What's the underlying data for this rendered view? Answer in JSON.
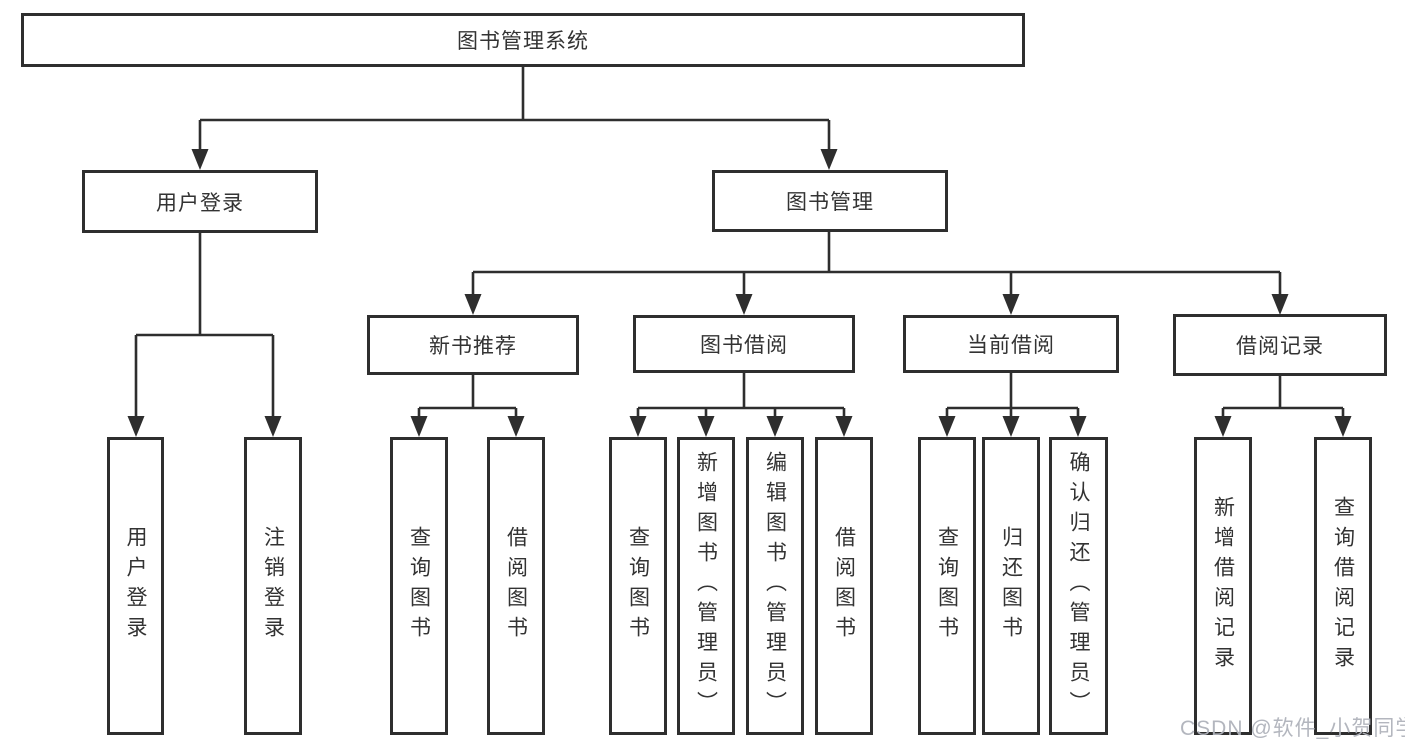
{
  "diagram": {
    "root": {
      "label": "图书管理系统"
    },
    "level2": [
      {
        "label": "用户登录"
      },
      {
        "label": "图书管理"
      }
    ],
    "level3": [
      {
        "label": "新书推荐"
      },
      {
        "label": "图书借阅"
      },
      {
        "label": "当前借阅"
      },
      {
        "label": "借阅记录"
      }
    ],
    "leaves": {
      "user_login": [
        "用户登录",
        "注销登录"
      ],
      "new_books": [
        "查询图书",
        "借阅图书"
      ],
      "book_borrow": [
        "查询图书",
        "新增图书（管理员）",
        "编辑图书（管理员）",
        "借阅图书"
      ],
      "current_borrow": [
        "查询图书",
        "归还图书",
        "确认归还（管理员）"
      ],
      "borrow_records": [
        "新增借阅记录",
        "查询借阅记录"
      ]
    }
  },
  "watermark": {
    "text": "CSDN @软件_小贺同学"
  },
  "colors": {
    "line": "#2e2e2e",
    "text": "#333333",
    "background": "#ffffff",
    "watermark": "#afb2ba"
  }
}
